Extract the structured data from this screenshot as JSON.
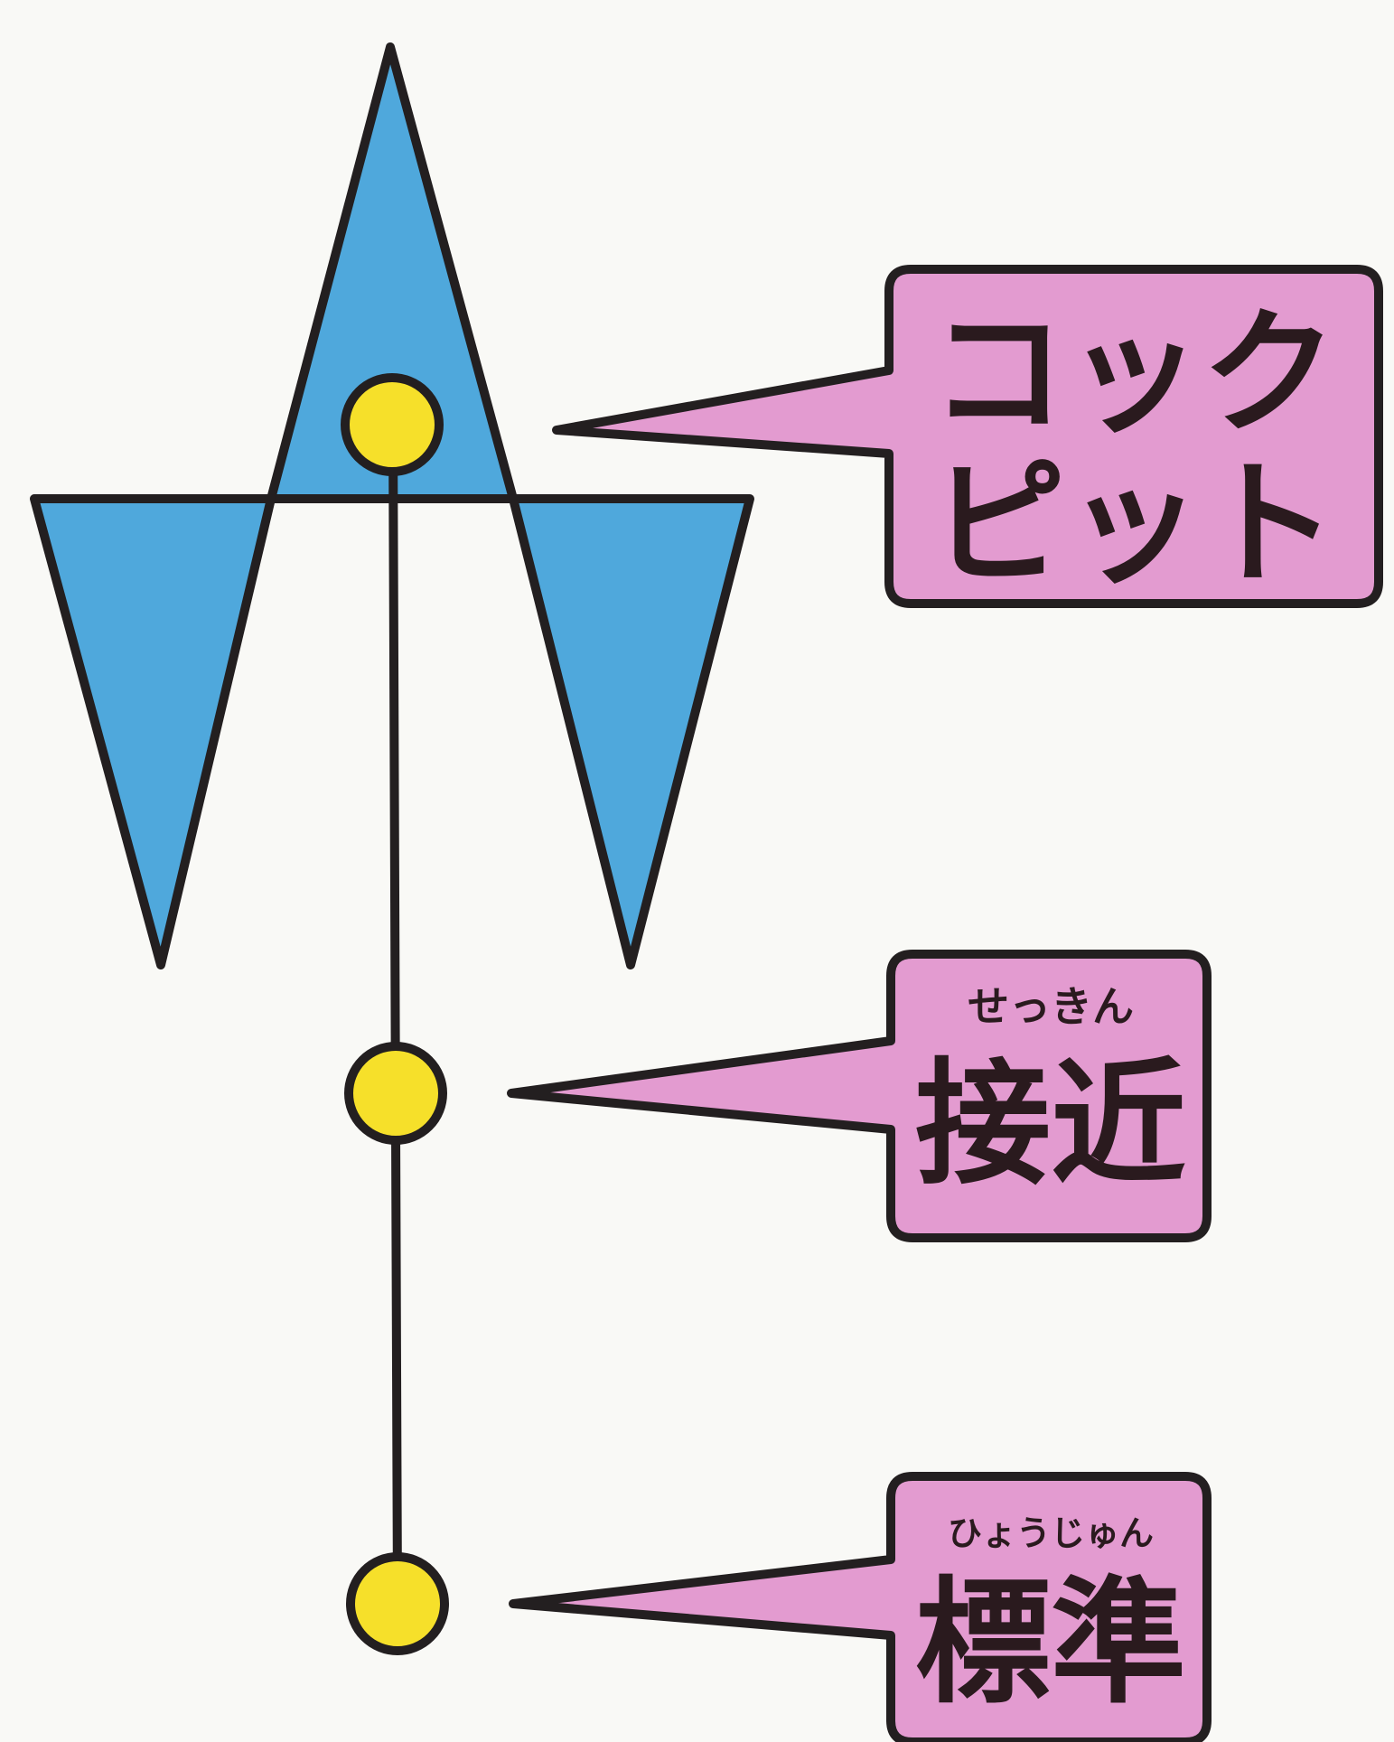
{
  "colors": {
    "background": "#f9f9f6",
    "ship_fill": "#4fa8dc",
    "outline": "#231f20",
    "marker_fill": "#f6e02a",
    "callout_fill": "#e39bd0"
  },
  "ship": {
    "icon": "ship-silhouette-icon"
  },
  "callouts": [
    {
      "id": "cockpit",
      "line1": "コック",
      "line2": "ピット"
    },
    {
      "id": "close",
      "ruby": "せっきん",
      "label": "接近"
    },
    {
      "id": "standard",
      "ruby": "ひょうじゅん",
      "label": "標準"
    }
  ]
}
